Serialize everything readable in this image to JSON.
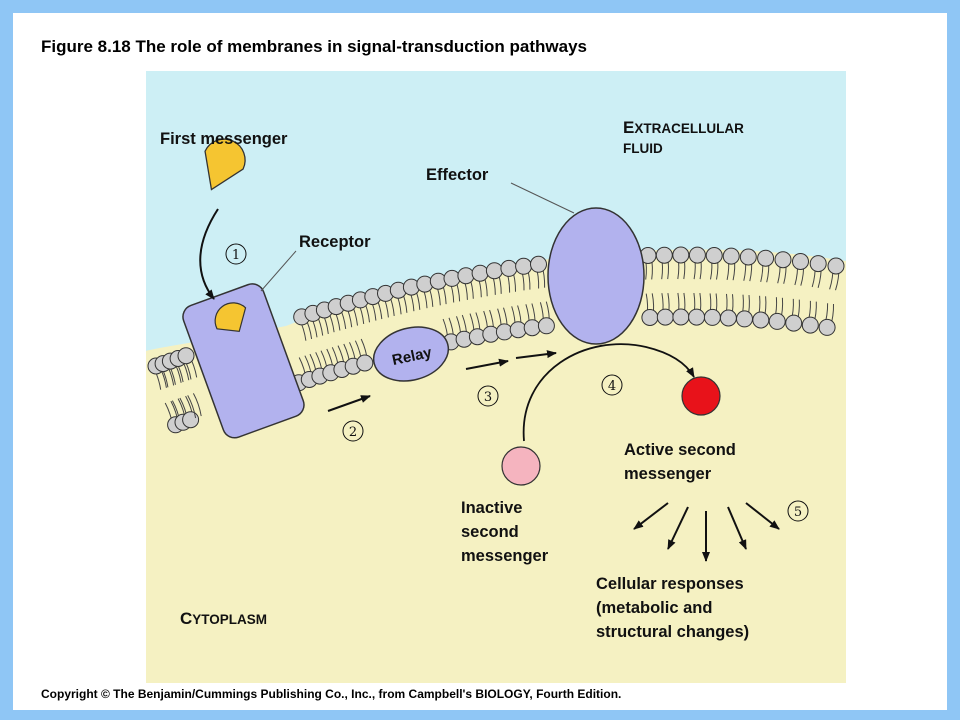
{
  "figure": {
    "title": "Figure 8.18  The role of membranes in signal-transduction pathways",
    "copyright": "Copyright © The Benjamin/Cummings Publishing Co., Inc., from Campbell's BIOLOGY, Fourth Edition."
  },
  "regions": {
    "extracellular_first": "E",
    "extracellular_rest": "XTRACELLULAR",
    "extracellular_line2": "FLUID",
    "cytoplasm_first": "C",
    "cytoplasm_rest": "YTOPLASM"
  },
  "labels": {
    "first_messenger": "First messenger",
    "receptor": "Receptor",
    "effector": "Effector",
    "relay": "Relay",
    "active_second_messenger": [
      "Active second",
      "messenger"
    ],
    "inactive_second_messenger": [
      "Inactive",
      "second",
      "messenger"
    ],
    "cellular_responses": [
      "Cellular responses",
      "(metabolic and",
      "structural changes)"
    ]
  },
  "steps": [
    "1",
    "2",
    "3",
    "4",
    "5"
  ],
  "colors": {
    "outer_background": "#8fc6f5",
    "extracellular": "#cdeff5",
    "cytoplasm": "#f5f1c2",
    "lipid_head": "#cfcfcf",
    "protein": "#b2b2ee",
    "first_messenger": "#f5c531",
    "active_messenger": "#e8121a",
    "inactive_messenger": "#f5b4bf"
  }
}
